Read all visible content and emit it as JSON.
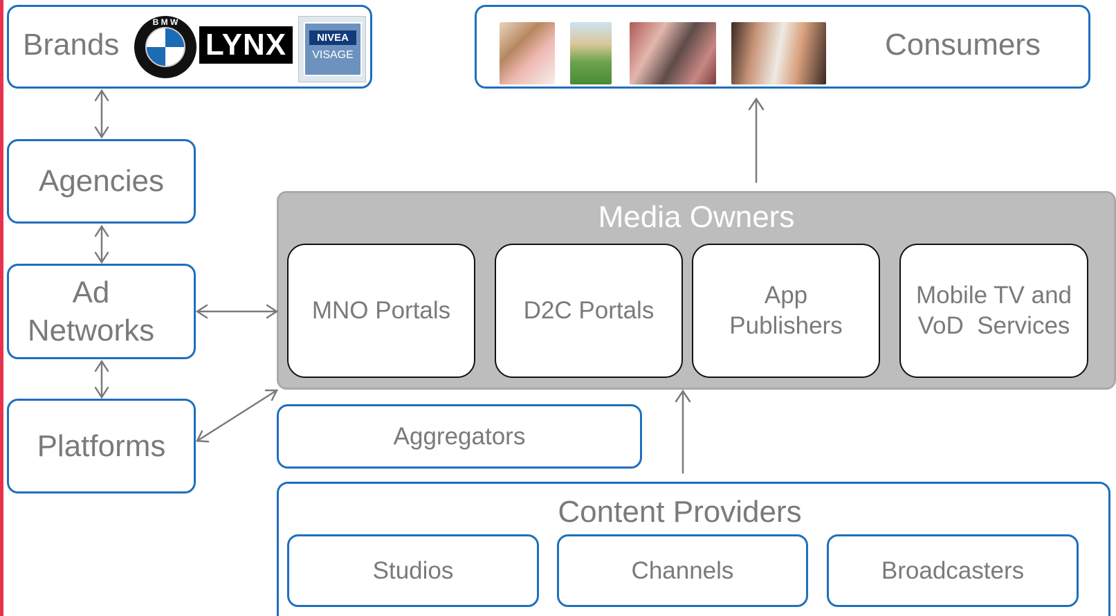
{
  "brands": {
    "label": "Brands",
    "logos": [
      {
        "name": "BMW",
        "text": "B M W"
      },
      {
        "name": "Lynx",
        "text": "LYNX"
      },
      {
        "name": "Nivea Visage",
        "text_top": "NIVEA",
        "text_bottom": "VISAGE"
      }
    ]
  },
  "consumers": {
    "label": "Consumers"
  },
  "agencies": {
    "label": "Agencies"
  },
  "ad_networks": {
    "label": "Ad Networks"
  },
  "platforms": {
    "label": "Platforms"
  },
  "media_owners": {
    "label": "Media Owners",
    "items": [
      "MNO Portals",
      "D2C Portals",
      "App Publishers",
      "Mobile TV and VoD  Services"
    ]
  },
  "aggregators": {
    "label": "Aggregators"
  },
  "content_providers": {
    "label": "Content Providers",
    "items": [
      "Studios",
      "Channels",
      "Broadcasters"
    ]
  },
  "colors": {
    "box_border": "#1e6fbd",
    "text": "#7a7a7a",
    "media_fill": "#bdbdbd",
    "arrow": "#7a7a7a"
  }
}
